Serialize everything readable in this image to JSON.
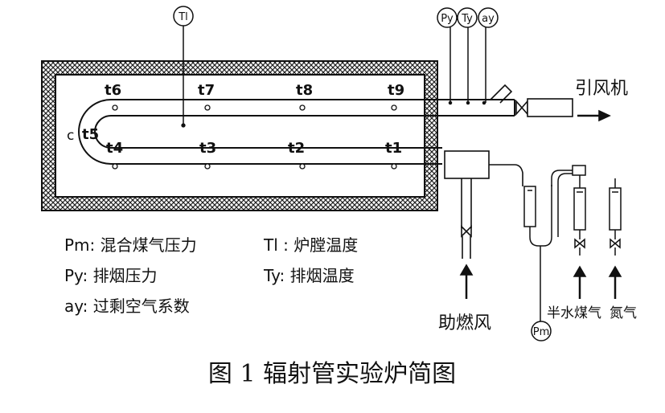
{
  "instruments": {
    "tl": "Tl",
    "py": "Py",
    "ty": "Ty",
    "ay": "ay",
    "pm": "Pm"
  },
  "thermocouples": {
    "t1": "t1",
    "t2": "t2",
    "t3": "t3",
    "t4": "t4",
    "t5": "t5",
    "t6": "t6",
    "t7": "t7",
    "t8": "t8",
    "t9": "t9",
    "c": "c"
  },
  "labels": {
    "exhaust_fan": "引风机",
    "combustion_air": "助燃风",
    "semi_water_gas": "半水煤气",
    "nitrogen": "氮气"
  },
  "legend": [
    {
      "key": "Pm",
      "sep": ": ",
      "desc": "混合煤气压力"
    },
    {
      "key": "Py",
      "sep": ": ",
      "desc": "排烟压力"
    },
    {
      "key": "ay",
      "sep": ": ",
      "desc": "过剩空气系数"
    },
    {
      "key": "Tl",
      "sep": " : ",
      "desc": "炉膛温度"
    },
    {
      "key": "Ty",
      "sep": ": ",
      "desc": "排烟温度"
    }
  ],
  "caption": "图 1 辐射管实验炉简图"
}
